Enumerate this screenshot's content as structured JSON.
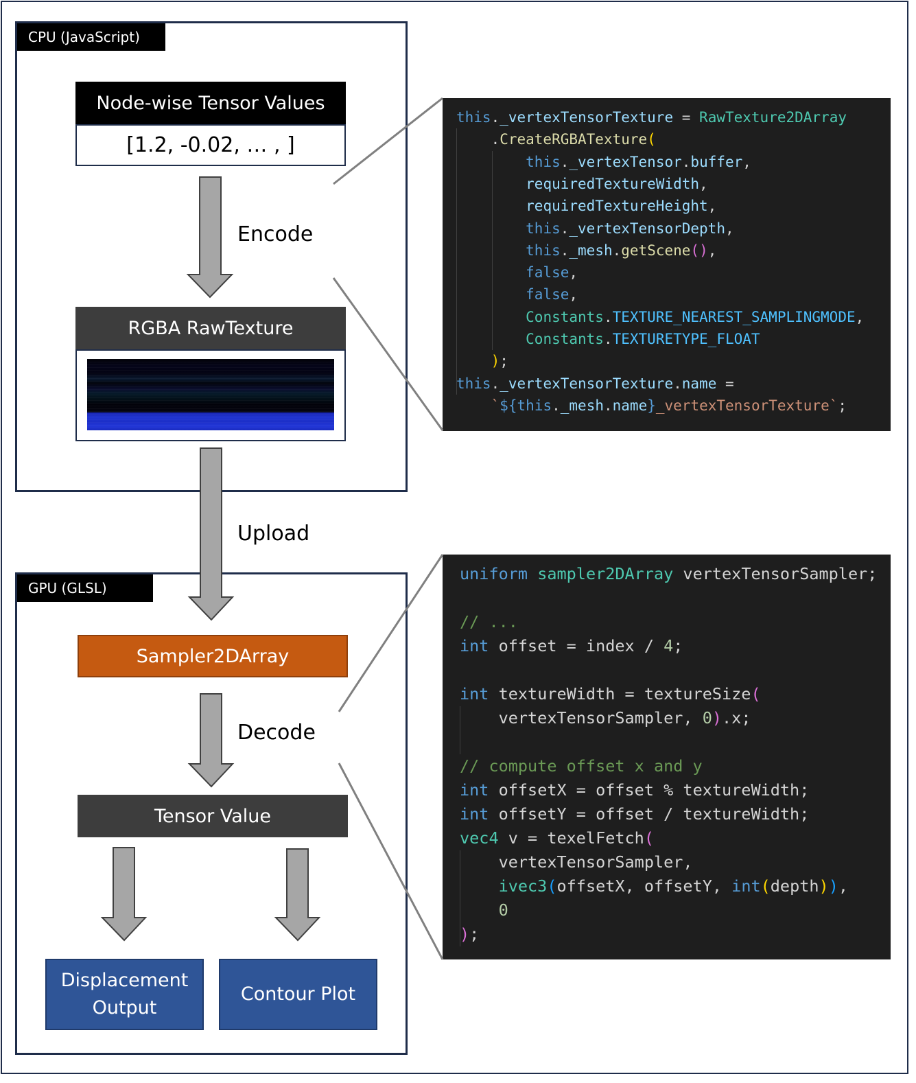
{
  "cpu": {
    "label": "CPU (JavaScript)",
    "node_values_title": "Node-wise Tensor Values",
    "node_values": "[1.2, -0.02, … , ]",
    "encode_label": "Encode",
    "texture_title": "RGBA RawTexture"
  },
  "upload_label": "Upload",
  "gpu": {
    "label": "GPU (GLSL)",
    "sampler": "Sampler2DArray",
    "decode_label": "Decode",
    "tensor_value": "Tensor Value",
    "displacement_line1": "Displacement",
    "displacement_line2": "Output",
    "contour_plot": "Contour Plot"
  },
  "colors": {
    "frame": "#1f2d4a",
    "arrow_fill": "#a6a6a6",
    "arrow_stroke": "#404040",
    "sampler_orange": "#c55a11",
    "output_blue": "#2f5597",
    "code_bg": "#1e1e1e",
    "connector_line": "#808080"
  },
  "js_code": [
    [
      [
        "kw",
        "this"
      ],
      [
        "pl",
        "."
      ],
      [
        "id",
        "_vertexTensorTexture"
      ],
      [
        "pl",
        " = "
      ],
      [
        "ty",
        "RawTexture2DArray"
      ]
    ],
    [
      [
        "pl",
        "    ."
      ],
      [
        "fn",
        "CreateRGBATexture"
      ],
      [
        "br1",
        "("
      ]
    ],
    [
      [
        "pl",
        "        "
      ],
      [
        "kw",
        "this"
      ],
      [
        "pl",
        "."
      ],
      [
        "id",
        "_vertexTensor"
      ],
      [
        "pl",
        "."
      ],
      [
        "id",
        "buffer"
      ],
      [
        "pl",
        ","
      ]
    ],
    [
      [
        "pl",
        "        "
      ],
      [
        "id",
        "requiredTextureWidth"
      ],
      [
        "pl",
        ","
      ]
    ],
    [
      [
        "pl",
        "        "
      ],
      [
        "id",
        "requiredTextureHeight"
      ],
      [
        "pl",
        ","
      ]
    ],
    [
      [
        "pl",
        "        "
      ],
      [
        "kw",
        "this"
      ],
      [
        "pl",
        "."
      ],
      [
        "id",
        "_vertexTensorDepth"
      ],
      [
        "pl",
        ","
      ]
    ],
    [
      [
        "pl",
        "        "
      ],
      [
        "kw",
        "this"
      ],
      [
        "pl",
        "."
      ],
      [
        "id",
        "_mesh"
      ],
      [
        "pl",
        "."
      ],
      [
        "fn",
        "getScene"
      ],
      [
        "br2",
        "()"
      ],
      [
        "pl",
        ","
      ]
    ],
    [
      [
        "pl",
        "        "
      ],
      [
        "kw",
        "false"
      ],
      [
        "pl",
        ","
      ]
    ],
    [
      [
        "pl",
        "        "
      ],
      [
        "kw",
        "false"
      ],
      [
        "pl",
        ","
      ]
    ],
    [
      [
        "pl",
        "        "
      ],
      [
        "ty",
        "Constants"
      ],
      [
        "pl",
        "."
      ],
      [
        "cst",
        "TEXTURE_NEAREST_SAMPLINGMODE"
      ],
      [
        "pl",
        ","
      ]
    ],
    [
      [
        "pl",
        "        "
      ],
      [
        "ty",
        "Constants"
      ],
      [
        "pl",
        "."
      ],
      [
        "cst",
        "TEXTURETYPE_FLOAT"
      ]
    ],
    [
      [
        "pl",
        "    "
      ],
      [
        "br1",
        ")"
      ],
      [
        "pl",
        ";"
      ]
    ],
    [
      [
        "kw",
        "this"
      ],
      [
        "pl",
        "."
      ],
      [
        "id",
        "_vertexTensorTexture"
      ],
      [
        "pl",
        "."
      ],
      [
        "id",
        "name"
      ],
      [
        "pl",
        " ="
      ]
    ],
    [
      [
        "pl",
        "    "
      ],
      [
        "str",
        "`"
      ],
      [
        "kw",
        "${"
      ],
      [
        "kw",
        "this"
      ],
      [
        "pl",
        "."
      ],
      [
        "id",
        "_mesh"
      ],
      [
        "pl",
        "."
      ],
      [
        "id",
        "name"
      ],
      [
        "kw",
        "}"
      ],
      [
        "str",
        "_vertexTensorTexture`"
      ],
      [
        "pl",
        ";"
      ]
    ]
  ],
  "glsl_code": [
    [
      [
        "kw",
        "uniform"
      ],
      [
        "pl",
        " "
      ],
      [
        "ty",
        "sampler2DArray"
      ],
      [
        "pl",
        " vertexTensorSampler;"
      ]
    ],
    [],
    [
      [
        "cm",
        "// ..."
      ]
    ],
    [
      [
        "kw",
        "int"
      ],
      [
        "pl",
        " offset = index / "
      ],
      [
        "num",
        "4"
      ],
      [
        "pl",
        ";"
      ]
    ],
    [],
    [
      [
        "kw",
        "int"
      ],
      [
        "pl",
        " textureWidth = textureSize"
      ],
      [
        "br2",
        "("
      ]
    ],
    [
      [
        "pl",
        "    vertexTensorSampler, "
      ],
      [
        "num",
        "0"
      ],
      [
        "br2",
        ")"
      ],
      [
        "pl",
        ".x;"
      ]
    ],
    [],
    [
      [
        "cm",
        "// compute offset x and y"
      ]
    ],
    [
      [
        "kw",
        "int"
      ],
      [
        "pl",
        " offsetX = offset % textureWidth;"
      ]
    ],
    [
      [
        "kw",
        "int"
      ],
      [
        "pl",
        " offsetY = offset / textureWidth;"
      ]
    ],
    [
      [
        "ty",
        "vec4"
      ],
      [
        "pl",
        " v = texelFetch"
      ],
      [
        "br2",
        "("
      ]
    ],
    [
      [
        "pl",
        "    vertexTensorSampler,"
      ]
    ],
    [
      [
        "pl",
        "    "
      ],
      [
        "ty",
        "ivec3"
      ],
      [
        "br3",
        "("
      ],
      [
        "pl",
        "offsetX, offsetY, "
      ],
      [
        "kw",
        "int"
      ],
      [
        "br1",
        "("
      ],
      [
        "pl",
        "depth"
      ],
      [
        "br1",
        ")"
      ],
      [
        "br3",
        ")"
      ],
      [
        "pl",
        ","
      ]
    ],
    [
      [
        "pl",
        "    "
      ],
      [
        "num",
        "0"
      ]
    ],
    [
      [
        "br2",
        ")"
      ],
      [
        "pl",
        ";"
      ]
    ]
  ]
}
